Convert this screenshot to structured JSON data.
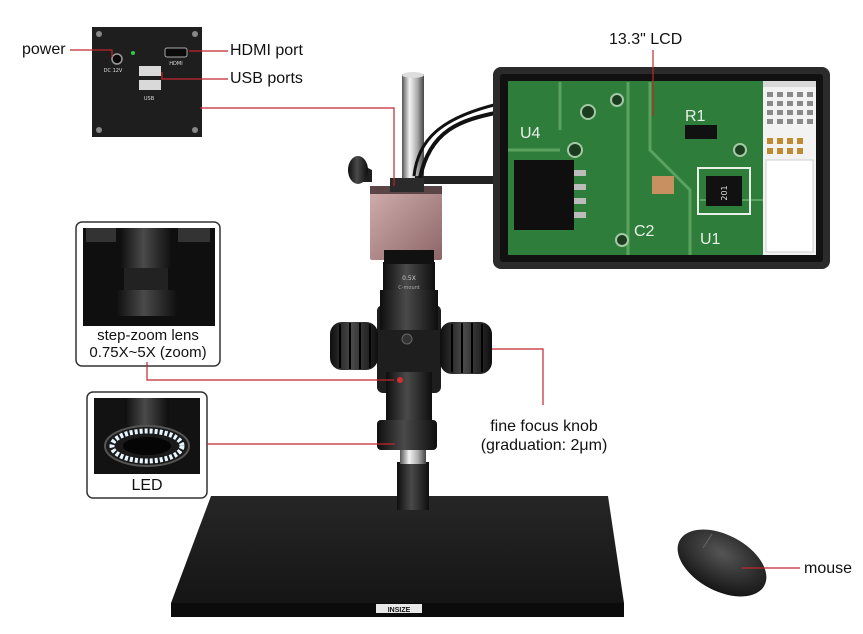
{
  "labels": {
    "power": "power",
    "hdmi": "HDMI port",
    "usb": "USB ports",
    "lcd": "13.3\" LCD",
    "zoom_line1": "step-zoom lens",
    "zoom_line2": "0.75X~5X (zoom)",
    "focus_line1": "fine focus knob",
    "focus_line2": "(graduation: 2μm)",
    "led": "LED",
    "mouse": "mouse"
  },
  "panel_text": {
    "dc": "DC 12V",
    "hdmi": "HDMI",
    "usb": "USB"
  },
  "pcb_text": {
    "u4": "U4",
    "r1": "R1",
    "c2": "C2",
    "u1": "U1",
    "ic": "201"
  },
  "lens_text": {
    "mag": "0.5X",
    "brand": "C-mount"
  },
  "brand": "INSIZE",
  "colors": {
    "callout_line": "#c0272d",
    "pcb_green": "#2f7d3a",
    "camera_body": "#b58d8e",
    "stand_black": "#1c1c1c"
  }
}
